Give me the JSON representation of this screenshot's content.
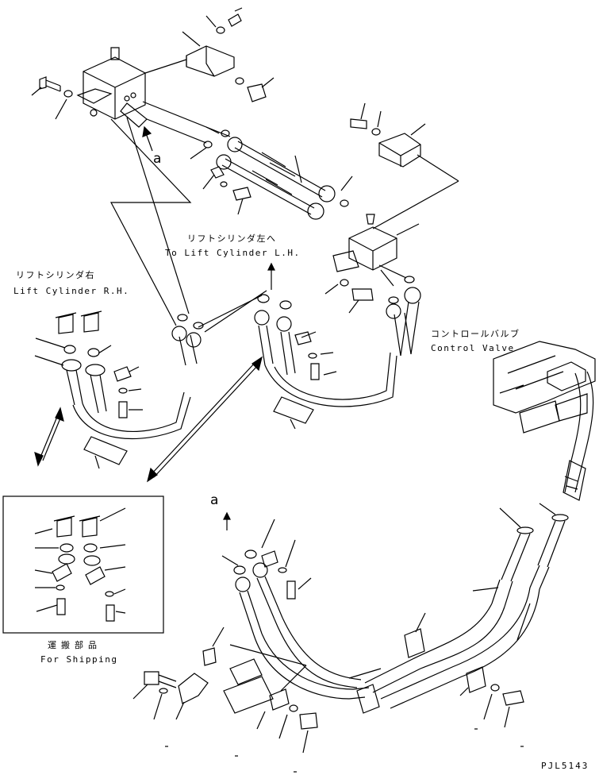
{
  "labels": {
    "lift_rh_jp": "リフトシリンダ右",
    "lift_rh_en": "Lift Cylinder R.H.",
    "lift_lh_jp": "リフトシリンダ左へ",
    "lift_lh_en": "To Lift Cylinder L.H.",
    "control_valve_jp": "コントロールバルブ",
    "control_valve_en": "Control Valve",
    "shipping_jp": "運搬部品",
    "shipping_en": "For Shipping",
    "marker_top": "a",
    "marker_bottom": "a",
    "drawing_code": "PJL5143"
  },
  "colors": {
    "line": "#000000",
    "background": "#ffffff"
  }
}
